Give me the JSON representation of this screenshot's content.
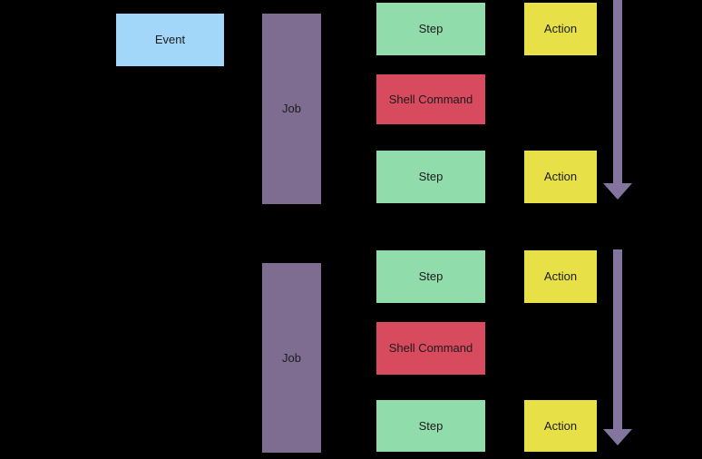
{
  "diagram": {
    "background": "#000000",
    "event": {
      "label": "Event"
    },
    "jobs": [
      {
        "label": "Job"
      },
      {
        "label": "Job"
      }
    ],
    "groups": [
      {
        "items": [
          {
            "kind": "step",
            "label": "Step"
          },
          {
            "kind": "shell-command",
            "label": "Shell Command"
          },
          {
            "kind": "step",
            "label": "Step"
          }
        ],
        "actions": [
          {
            "label": "Action"
          },
          {
            "label": "Action"
          }
        ],
        "flow_arrow": "down-arrow"
      },
      {
        "items": [
          {
            "kind": "step",
            "label": "Step"
          },
          {
            "kind": "shell-command",
            "label": "Shell Command"
          },
          {
            "kind": "step",
            "label": "Step"
          }
        ],
        "actions": [
          {
            "label": "Action"
          },
          {
            "label": "Action"
          }
        ],
        "flow_arrow": "down-arrow"
      }
    ],
    "colors": {
      "event": "#a3d7fa",
      "job": "#7e6d91",
      "step": "#90dcaa",
      "shell_command": "#d84a5e",
      "action": "#e7e147",
      "arrow": "#84759e",
      "text": "#1b1b1b"
    }
  }
}
